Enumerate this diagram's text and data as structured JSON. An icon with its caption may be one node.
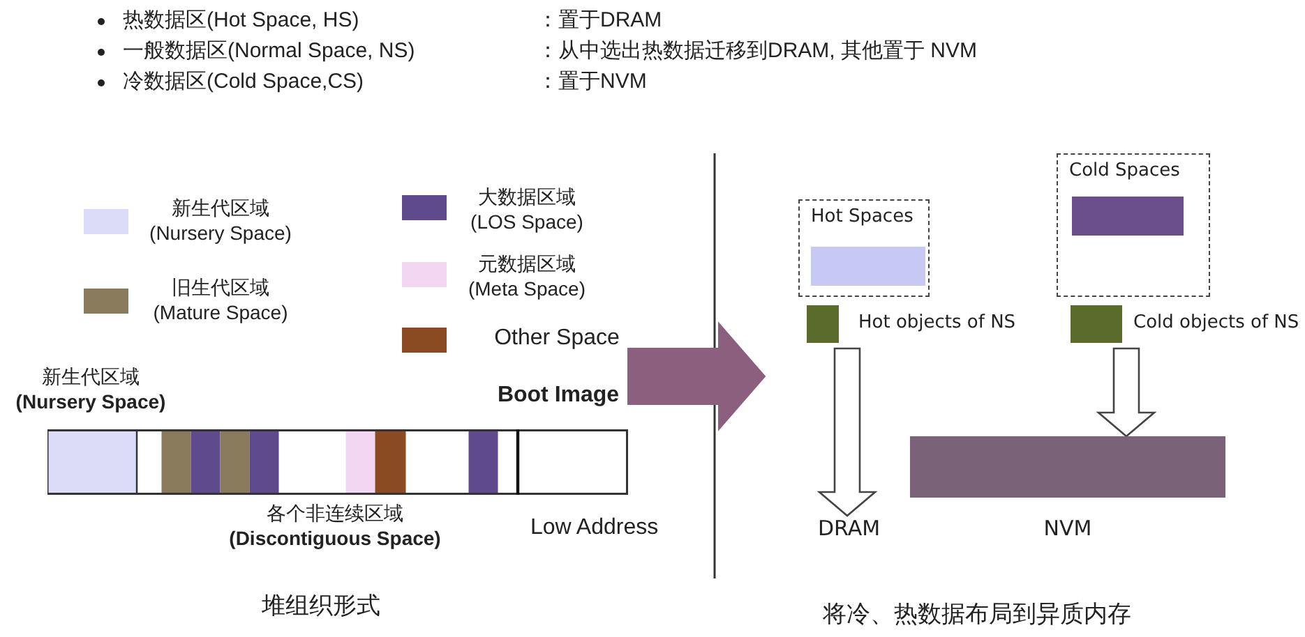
{
  "diagram": {
    "nodes": [
      {
        "text": [],
        "shape": "bar"
      },
      {
        "text": [
          "Hot Spaces"
        ]
      },
      {
        "text": [],
        "shape": "bar",
        "in": 1
      },
      {
        "text": [
          "Cold Spaces"
        ]
      },
      {
        "text": [],
        "shape": "bar",
        "in": 3
      },
      {
        "text": [
          "Hot objects of NS"
        ]
      },
      {
        "text": [
          "Cold objects of NS"
        ]
      },
      {
        "text": [
          "DRAM"
        ]
      },
      {
        "text": [
          "NVM"
        ]
      }
    ],
    "edges": [
      {
        "from": 0,
        "to": null,
        "arrow": "to",
        "style": "thick",
        "color": "#8c5f7e"
      },
      {
        "from": 5,
        "to": 7,
        "arrow": "to"
      },
      {
        "from": 6,
        "to": 8,
        "arrow": "to"
      }
    ],
    "labels": [
      "热数据区(Hot Space, HS)",
      "：置于DRAM",
      "一般数据区(Normal Space, NS)",
      "：从中选出热数据迁移到DRAM, 其他置于 NVM",
      "冷数据区(Cold Space,CS)",
      "：置于NVM",
      "新生代区域 **(Nursery Space)**",
      "Boot Image",
      "各个非连续区域 **(Discontiguous Space)**",
      "Low Address",
      "堆组织形式",
      "将冷、热数据布局到异质内存"
    ],
    "legend": [
      {
        "text": "新生代区域 (Nursery Space)",
        "color": "#dcdcf8"
      },
      {
        "text": "旧生代区域 (Mature Space)",
        "color": "#8a7a5c"
      },
      {
        "text": "大数据区域 (LOS Space)",
        "color": "#5e4a8c"
      },
      {
        "text": "元数据区域 (Meta Space)",
        "color": "#f2d6f2"
      },
      {
        "text": "Other Space",
        "color": "#8a4a22"
      }
    ]
  }
}
